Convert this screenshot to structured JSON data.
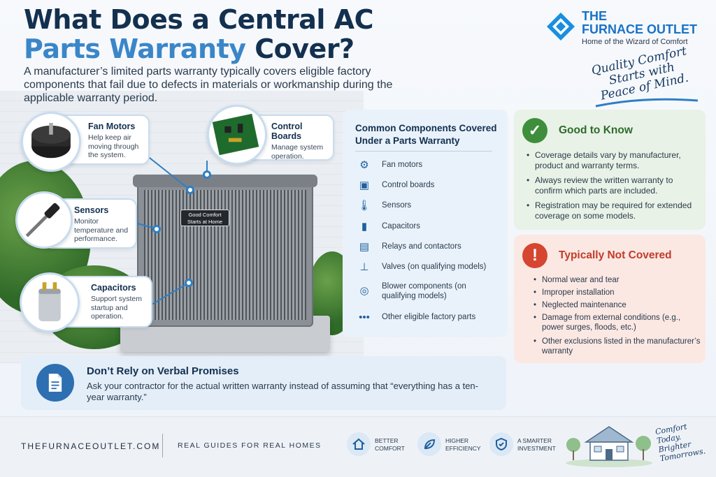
{
  "header": {
    "title_line1": "What Does a Central AC",
    "title_line2_accent": "Parts Warranty",
    "title_line2_rest": " Cover?",
    "intro": "A manufacturer’s limited parts warranty typically covers eligible factory components that fail due to defects in materials or workmanship during the applicable warranty period."
  },
  "brand": {
    "name_line1": "THE",
    "name_line2": "FURNACE OUTLET",
    "tagline": "Home of the Wizard of Comfort",
    "slogan_line1": "Quality Comfort",
    "slogan_line2": "Starts with",
    "slogan_line3": "Peace of Mind.",
    "color": "#1a73c6"
  },
  "unit": {
    "label_line1": "Good Comfort",
    "label_line2": "Starts at Home"
  },
  "callouts": {
    "fan_motors": {
      "title": "Fan Motors",
      "desc": "Help keep air moving through the system."
    },
    "control_boards": {
      "title": "Control Boards",
      "desc": "Manage system operation."
    },
    "sensors": {
      "title": "Sensors",
      "desc": "Monitor temperature and performance."
    },
    "capacitors": {
      "title": "Capacitors",
      "desc": "Support system startup and operation."
    }
  },
  "components": {
    "heading": "Common Components Covered Under a Parts Warranty",
    "items": [
      {
        "label": "Fan motors",
        "icon": "gear-icon"
      },
      {
        "label": "Control boards",
        "icon": "chip-icon"
      },
      {
        "label": "Sensors",
        "icon": "thermometer-icon"
      },
      {
        "label": "Capacitors",
        "icon": "capacitor-icon"
      },
      {
        "label": "Relays and contactors",
        "icon": "relay-icon"
      },
      {
        "label": "Valves (on qualifying models)",
        "icon": "valve-icon"
      },
      {
        "label": "Blower components (on qualifying models)",
        "icon": "blower-icon"
      },
      {
        "label": "Other eligible factory parts",
        "icon": "ellipsis-icon"
      }
    ]
  },
  "good_to_know": {
    "heading": "Good to Know",
    "items": [
      "Coverage details vary by manufacturer, product and warranty terms.",
      "Always review the written warranty to confirm which parts are included.",
      "Registration may be required for extended coverage on some models."
    ],
    "color": "#3e8e3c"
  },
  "not_covered": {
    "heading": "Typically Not Covered",
    "items": [
      "Normal wear and tear",
      "Improper installation",
      "Neglected maintenance",
      "Damage from external conditions (e.g., power surges, floods, etc.)",
      "Other exclusions listed in the manufacturer’s warranty"
    ],
    "color": "#d64530"
  },
  "verbal": {
    "heading": "Don’t Rely on Verbal Promises",
    "text": "Ask your contractor for the actual written warranty instead of assuming that “everything has a ten-year warranty.”"
  },
  "footer": {
    "site": "THEFURNACEOUTLET.COM",
    "tagline": "REAL GUIDES FOR REAL HOMES",
    "badges": [
      {
        "line1": "BETTER",
        "line2": "COMFORT",
        "icon": "house-icon"
      },
      {
        "line1": "HIGHER",
        "line2": "EFFICIENCY",
        "icon": "leaf-icon"
      },
      {
        "line1": "A SMARTER",
        "line2": "INVESTMENT",
        "icon": "shield-check-icon"
      }
    ],
    "script_line1": "Comfort",
    "script_line2": "Today.",
    "script_line3": "Brighter",
    "script_line4": "Tomorrows."
  }
}
